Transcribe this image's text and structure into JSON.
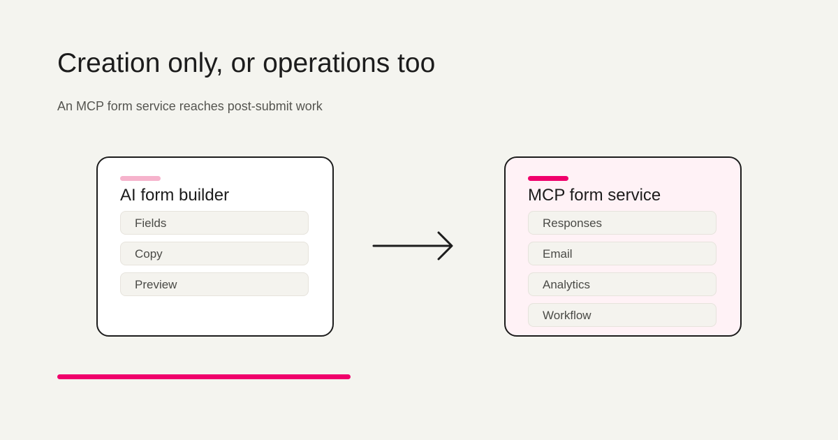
{
  "title": "Creation only, or operations too",
  "subtitle": "An MCP form service reaches post-submit work",
  "colors": {
    "accent": "#f0006b",
    "accent_light": "#f6b3cc",
    "background": "#f4f4ef",
    "right_card_bg": "#fff2f6"
  },
  "left_card": {
    "title": "AI form builder",
    "items": [
      "Fields",
      "Copy",
      "Preview"
    ]
  },
  "right_card": {
    "title": "MCP form service",
    "items": [
      "Responses",
      "Email",
      "Analytics",
      "Workflow"
    ]
  },
  "connector_icon": "arrow-right-icon"
}
